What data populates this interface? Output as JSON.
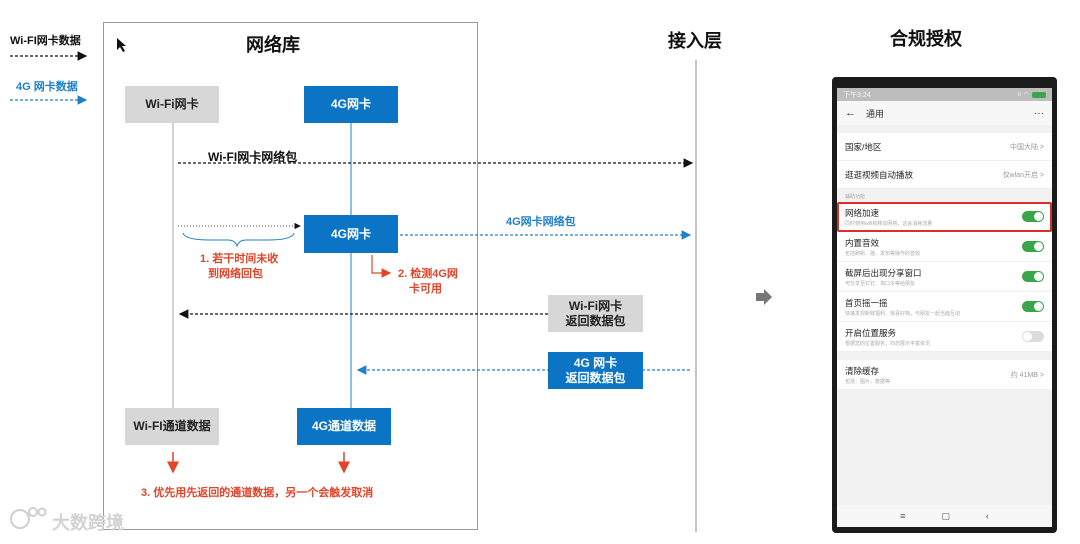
{
  "legend": {
    "wifi_label": "Wi-FI网卡数据",
    "g4_label": "4G 网卡数据"
  },
  "titles": {
    "network_lib": "网络库",
    "access_layer": "接入层",
    "compliance": "合规授权"
  },
  "boxes": {
    "wifi_card_top": "Wi-Fi网卡",
    "g4_card_top": "4G网卡",
    "g4_card_mid": "4G网卡",
    "wifi_channel": "Wi-FI通道数据",
    "g4_channel": "4G通道数据",
    "wifi_return": [
      "Wi-Fi网卡",
      "返回数据包"
    ],
    "g4_return": [
      "4G 网卡",
      "返回数据包"
    ]
  },
  "labels": {
    "wifi_packet": "Wi-FI网卡网络包",
    "g4_packet": "4G网卡网络包",
    "step1": [
      "1. 若干时间未收",
      "到网络回包"
    ],
    "step2": [
      "2. 检测4G网",
      "卡可用"
    ],
    "step3": "3. 优先用先返回的通道数据，另一个会触发取消"
  },
  "watermark": "大数跨境",
  "colors": {
    "blue": "#0b74c4",
    "red": "#e0452a",
    "gray_box": "#d7d7d7",
    "toggle_on": "#3aa54b",
    "highlight": "#d9302c"
  },
  "phone": {
    "status_time": "下午3:24",
    "header_title": "通用",
    "rows": [
      {
        "title": "国家/地区",
        "value": "中国大陆 >"
      },
      {
        "title": "逛逛视频自动播放",
        "value": "仅wlan开启 >"
      }
    ],
    "section_caption": "辅助功能",
    "toggles": [
      {
        "title": "网络加速",
        "sub": "同时使用wifi和移动网络，这会消耗流量",
        "on": true,
        "highlight": true
      },
      {
        "title": "内置音效",
        "sub": "包括刷新、摇、发布等操作的音效",
        "on": true
      },
      {
        "title": "截屏后出现分享窗口",
        "sub": "可分享至钉钉、淘口令等给朋友",
        "on": true
      },
      {
        "title": "首页摇一摇",
        "sub": "快速发现新鲜福利、惊喜好物，与朋友一起当面互动",
        "on": true
      },
      {
        "title": "开启位置服务",
        "sub": "根据您的位置服务，向您展示丰富资讯",
        "on": false
      }
    ],
    "cache": {
      "title": "清除缓存",
      "sub": "包括：图片，数据等",
      "value": "约 41MB >"
    },
    "nav": [
      "≡",
      "▢",
      "‹"
    ]
  }
}
